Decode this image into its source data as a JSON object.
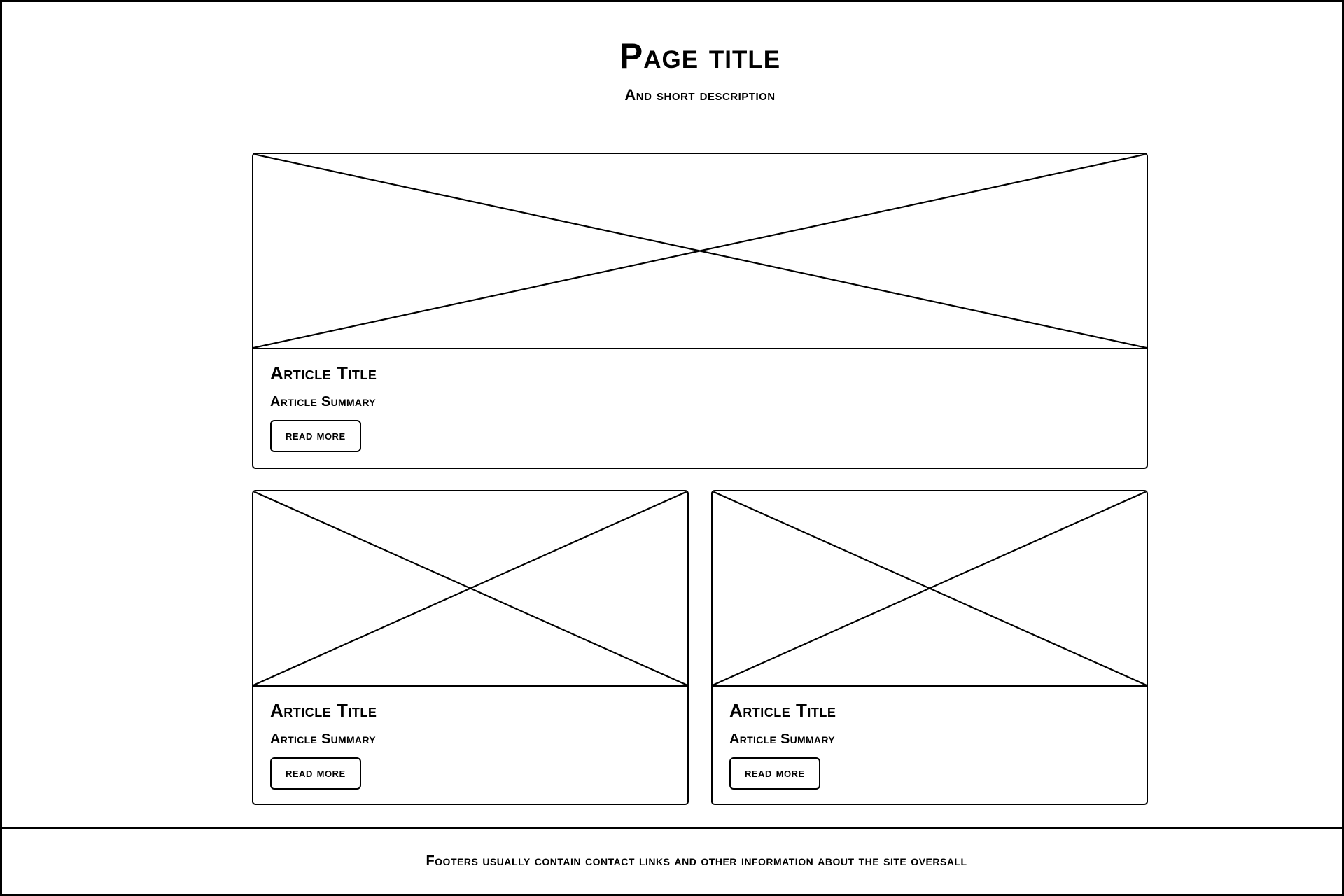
{
  "header": {
    "title": "Page title",
    "subtitle": "And short description"
  },
  "articles": [
    {
      "title": "Article Title",
      "summary": "Article Summary",
      "cta": "read more",
      "image_placeholder": "crossed-box"
    },
    {
      "title": "Article Title",
      "summary": "Article Summary",
      "cta": "read more",
      "image_placeholder": "crossed-box"
    },
    {
      "title": "Article Title",
      "summary": "Article Summary",
      "cta": "read more",
      "image_placeholder": "crossed-box"
    }
  ],
  "footer": {
    "text": "Footers usually contain contact links and other information about the site oversall"
  },
  "colors": {
    "ink": "#000000",
    "paper": "#ffffff"
  }
}
